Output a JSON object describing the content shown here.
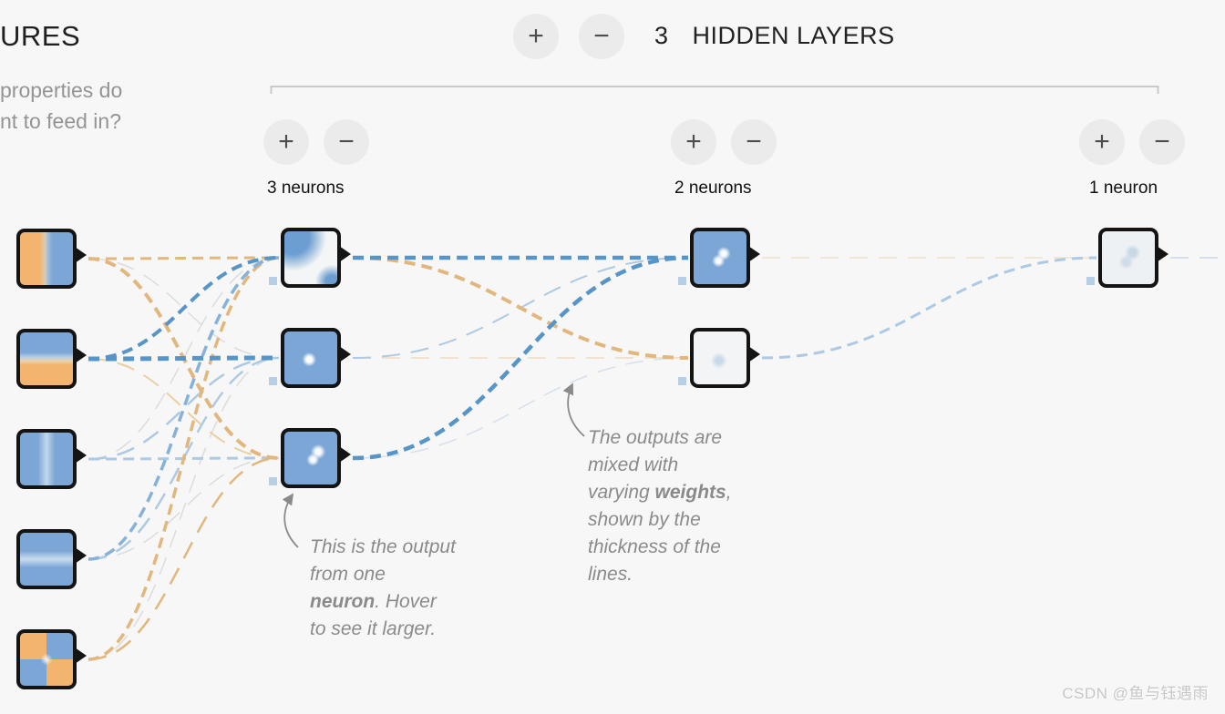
{
  "features_panel": {
    "title": "URES",
    "subtitle_lines": [
      "properties do",
      "nt to feed in?"
    ]
  },
  "header": {
    "count": "3",
    "title": "HIDDEN LAYERS"
  },
  "controls": {
    "plus": "+",
    "minus": "−"
  },
  "layers": [
    {
      "label": "3 neurons",
      "neurons": [
        {
          "pattern": "h1n1"
        },
        {
          "pattern": "h1n2"
        },
        {
          "pattern": "h1n3"
        }
      ]
    },
    {
      "label": "2 neurons",
      "neurons": [
        {
          "pattern": "h2n1"
        },
        {
          "pattern": "h2n2"
        }
      ]
    },
    {
      "label": "1 neuron",
      "neurons": [
        {
          "pattern": "h3n1"
        }
      ]
    }
  ],
  "features": [
    {
      "pattern": "x1"
    },
    {
      "pattern": "x2"
    },
    {
      "pattern": "x1sq"
    },
    {
      "pattern": "x2sq"
    },
    {
      "pattern": "x1x2"
    }
  ],
  "colors": {
    "accent_blue": "#7ba6d6",
    "accent_orange": "#f2b46f",
    "node_border": "#141414",
    "bias_fill": "#b7cfe5",
    "lines": {
      "blue": "#5794c7",
      "midblue": "#86b1d8",
      "lightblue": "#aec9e3",
      "faintblue": "#d5e0ec",
      "tan": "#e2b77e",
      "lighttan": "#eacfa4",
      "fainttan": "#efe2cf",
      "gray": "#dcdcdc"
    }
  },
  "network": {
    "connections": [
      {
        "from": "f-0",
        "to": "h1-1",
        "color": "gray",
        "width": 1.5
      },
      {
        "from": "f-2",
        "to": "h1-0",
        "color": "gray",
        "width": 1.5
      },
      {
        "from": "f-3",
        "to": "h1-2",
        "color": "gray",
        "width": 1.5
      },
      {
        "from": "f-4",
        "to": "h1-1",
        "color": "gray",
        "width": 1.5
      },
      {
        "from": "f-1",
        "to": "h1-2",
        "color": "lighttan",
        "width": 2
      },
      {
        "from": "f-2",
        "to": "h1-1",
        "color": "lightblue",
        "width": 2.5
      },
      {
        "from": "f-2",
        "to": "h1-2",
        "color": "lightblue",
        "width": 3
      },
      {
        "from": "f-3",
        "to": "h1-1",
        "color": "lightblue",
        "width": 2.5
      },
      {
        "from": "f-0",
        "to": "h1-0",
        "color": "tan",
        "width": 3
      },
      {
        "from": "f-0",
        "to": "h1-2",
        "color": "tan",
        "width": 4
      },
      {
        "from": "f-4",
        "to": "h1-0",
        "color": "tan",
        "width": 3.5
      },
      {
        "from": "f-4",
        "to": "h1-2",
        "color": "tan",
        "width": 2.5
      },
      {
        "from": "f-3",
        "to": "h1-0",
        "color": "midblue",
        "width": 3.5
      },
      {
        "from": "f-1",
        "to": "h1-0",
        "color": "blue",
        "width": 4
      },
      {
        "from": "f-1",
        "to": "h1-1",
        "color": "blue",
        "width": 5
      },
      {
        "from": "h1-1",
        "to": "h2-1",
        "color": "fainttan",
        "width": 2
      },
      {
        "from": "h1-2",
        "to": "h2-1",
        "color": "faintblue",
        "width": 1.5
      },
      {
        "from": "h1-1",
        "to": "h2-0",
        "color": "lightblue",
        "width": 2
      },
      {
        "from": "h1-0",
        "to": "h2-1",
        "color": "tan",
        "width": 4
      },
      {
        "from": "h1-0",
        "to": "h2-0",
        "color": "blue",
        "width": 4.5
      },
      {
        "from": "h1-2",
        "to": "h2-0",
        "color": "blue",
        "width": 4.5
      },
      {
        "from": "h2-0",
        "to": "h3-0",
        "color": "fainttan",
        "width": 1.5
      },
      {
        "from": "h2-1",
        "to": "h3-0",
        "color": "lightblue",
        "width": 3
      },
      {
        "from": "h3-0",
        "to": "out",
        "color": "faintblue",
        "width": 2
      }
    ]
  },
  "annotations": {
    "note1": {
      "lines": [
        [
          {
            "t": "This is the output"
          }
        ],
        [
          {
            "t": "from one"
          }
        ],
        [
          {
            "t": "neuron",
            "b": true
          },
          {
            "t": ". Hover"
          }
        ],
        [
          {
            "t": "to see it larger."
          }
        ]
      ]
    },
    "note2": {
      "lines": [
        [
          {
            "t": "The outputs are"
          }
        ],
        [
          {
            "t": "mixed with"
          }
        ],
        [
          {
            "t": "varying "
          },
          {
            "t": "weights",
            "b": true
          },
          {
            "t": ","
          }
        ],
        [
          {
            "t": "shown by the"
          }
        ],
        [
          {
            "t": "thickness of the"
          }
        ],
        [
          {
            "t": "lines."
          }
        ]
      ]
    }
  },
  "watermark": "CSDN @鱼与钰遇雨"
}
